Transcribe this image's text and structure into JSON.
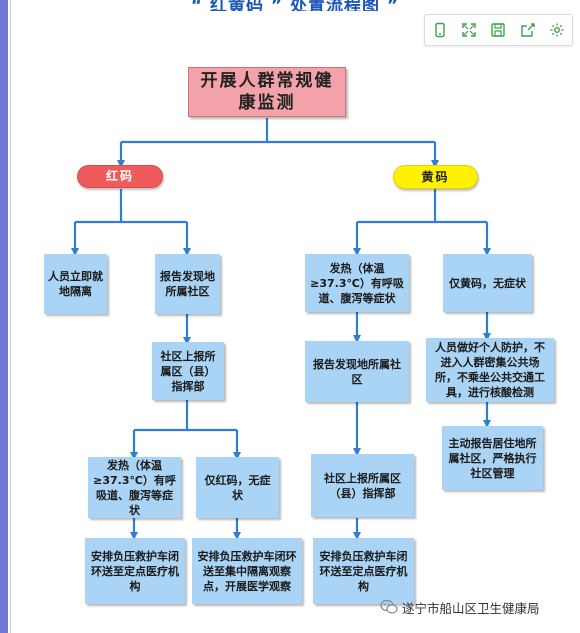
{
  "header": {
    "title_fragment": "“ 红黄码 ” 处置流程图 ”"
  },
  "toolbar": {
    "buttons": [
      {
        "icon": "phone-icon"
      },
      {
        "icon": "expand-icon"
      },
      {
        "icon": "save-icon"
      },
      {
        "icon": "share-icon"
      },
      {
        "icon": "gear-icon"
      }
    ]
  },
  "flowchart": {
    "root": "开展人群常规健康监测",
    "red_code": "红码",
    "yellow_code": "黄码",
    "red_branch": {
      "isolate": "人员立即就地隔离",
      "report_community": "报告发现地所属社区",
      "community_report_command": "社区上报所属区（县）指挥部",
      "fever_symptoms": "发热（体温≥37.3℃）有呼吸道、腹泻等症状",
      "red_only_no_symptoms": "仅红码，无症状",
      "ambulance_to_hospital": "安排负压救护车闭环送至定点医疗机构",
      "ambulance_to_observation": "安排负压救护车闭环送至集中隔离观察点，开展医学观察"
    },
    "yellow_branch": {
      "fever_symptoms": "发热（体温≥37.3℃）有呼吸道、腹泻等症状",
      "yellow_only_no_symptoms": "仅黄码，无症状",
      "report_community": "报告发现地所属社区",
      "personal_protection": "人员做好个人防护，不进入人群密集公共场所，不乘坐公共交通工具，进行核酸检测",
      "community_report_command": "社区上报所属区（县）指挥部",
      "report_residence_community": "主动报告居住地所属社区，严格执行社区管理",
      "ambulance_to_hospital": "安排负压救护车闭环送至定点医疗机构"
    }
  },
  "watermark": {
    "text": "遂宁市船山区卫生健康局"
  },
  "colors": {
    "arrow": "#2f7fd0",
    "node_fill": "#a9d4f5",
    "root_fill": "#f2a2a8",
    "red_pill": "#ef5a5a",
    "yellow_pill": "#fff100"
  }
}
